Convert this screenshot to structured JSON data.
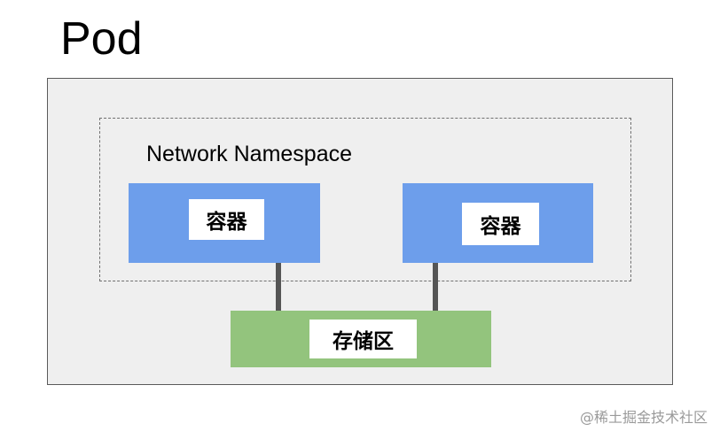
{
  "diagram": {
    "title": "Pod",
    "namespace_label": "Network Namespace",
    "containers": [
      {
        "label": "容器"
      },
      {
        "label": "容器"
      }
    ],
    "storage_label": "存储区",
    "watermark": "@稀土掘金技术社区"
  },
  "colors": {
    "pod_background": "#efefef",
    "container": "#6d9eeb",
    "storage": "#93c47d",
    "connector": "#555555"
  }
}
